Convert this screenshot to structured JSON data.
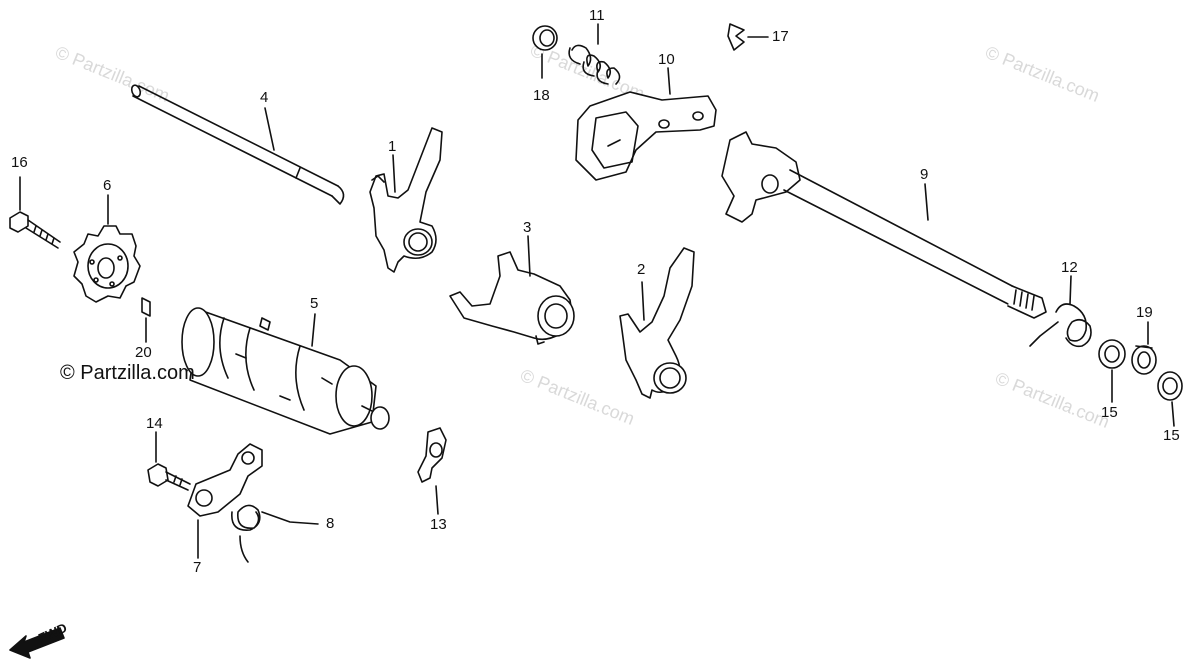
{
  "watermarks": {
    "faint_text": "© Partzilla.com",
    "main_text": "© Partzilla.com"
  },
  "fwd_label": "FWD",
  "callouts": [
    {
      "id": "c1",
      "text": "1"
    },
    {
      "id": "c2",
      "text": "2"
    },
    {
      "id": "c3",
      "text": "3"
    },
    {
      "id": "c4",
      "text": "4"
    },
    {
      "id": "c5",
      "text": "5"
    },
    {
      "id": "c6",
      "text": "6"
    },
    {
      "id": "c7",
      "text": "7"
    },
    {
      "id": "c8",
      "text": "8"
    },
    {
      "id": "c9",
      "text": "9"
    },
    {
      "id": "c10",
      "text": "10"
    },
    {
      "id": "c11",
      "text": "11"
    },
    {
      "id": "c12",
      "text": "12"
    },
    {
      "id": "c13",
      "text": "13"
    },
    {
      "id": "c14",
      "text": "14"
    },
    {
      "id": "c15a",
      "text": "15"
    },
    {
      "id": "c15b",
      "text": "15"
    },
    {
      "id": "c16",
      "text": "16"
    },
    {
      "id": "c17",
      "text": "17"
    },
    {
      "id": "c18",
      "text": "18"
    },
    {
      "id": "c19",
      "text": "19"
    },
    {
      "id": "c20",
      "text": "20"
    }
  ],
  "colors": {
    "line": "#111111",
    "watermark": "#d9d9d9",
    "background": "#ffffff"
  }
}
